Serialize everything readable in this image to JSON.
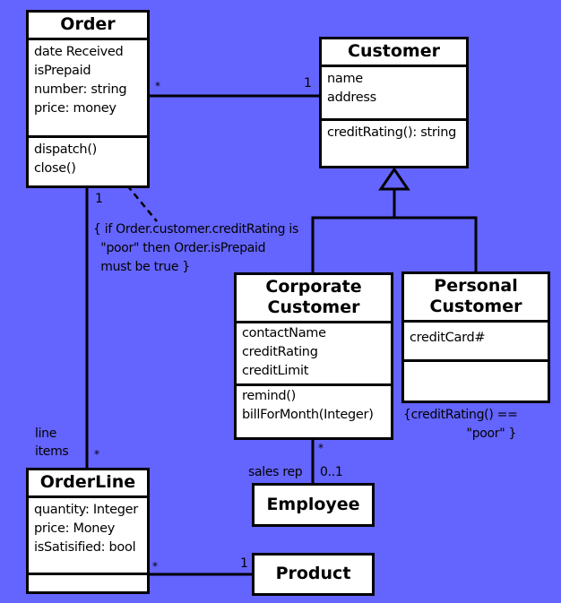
{
  "diagram": {
    "type": "UML class diagram",
    "background_color": "#6464ff",
    "classes": {
      "order": {
        "name": "Order",
        "attributes": [
          "date Received",
          "isPrepaid",
          "number: string",
          "price: money"
        ],
        "operations": [
          "dispatch()",
          "close()"
        ]
      },
      "customer": {
        "name": "Customer",
        "attributes": [
          "name",
          "address"
        ],
        "operations": [
          "creditRating(): string"
        ]
      },
      "corporate_customer": {
        "name": "Corporate\nCustomer",
        "attributes": [
          "contactName",
          "creditRating",
          "creditLimit"
        ],
        "operations": [
          "remind()",
          "billForMonth(Integer)"
        ]
      },
      "personal_customer": {
        "name": "Personal\nCustomer",
        "attributes": [
          "creditCard#"
        ],
        "operations": []
      },
      "order_line": {
        "name": "OrderLine",
        "attributes": [
          "quantity: Integer",
          "price: Money",
          "isSatisified: bool"
        ],
        "operations": []
      },
      "employee": {
        "name": "Employee"
      },
      "product": {
        "name": "Product"
      }
    },
    "associations": {
      "order_customer": {
        "order_end": "*",
        "customer_end": "1"
      },
      "order_orderline": {
        "order_end": "1",
        "orderline_end": "*",
        "role": "line\nitems"
      },
      "corporate_employee": {
        "corporate_end": "*",
        "employee_end": "0..1",
        "role": "sales rep"
      },
      "orderline_product": {
        "orderline_end": "*",
        "product_end": "1"
      }
    },
    "constraints": {
      "order_note": "{ if Order.customer.creditRating is\n  \"poor\" then Order.isPrepaid\n  must be true }",
      "personal_note": "{creditRating() ==\n                 \"poor\" }"
    }
  }
}
